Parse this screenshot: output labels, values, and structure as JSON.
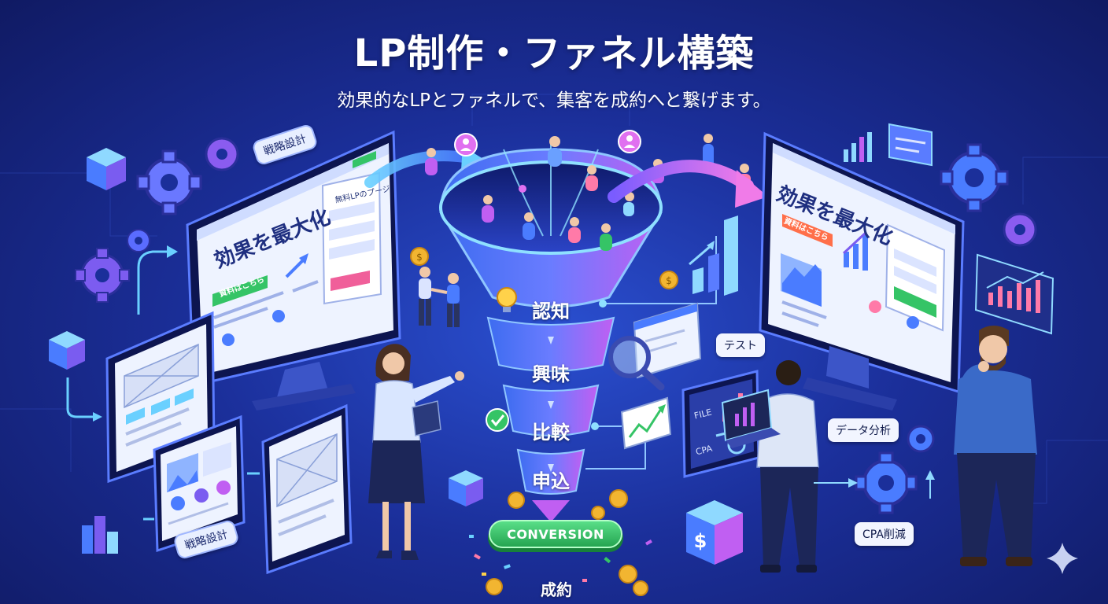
{
  "header": {
    "title": "LP制作・ファネル構築",
    "subtitle": "効果的なLPとファネルで、集客を成約へと繋げます。"
  },
  "funnel": {
    "stages": [
      "認知",
      "興味",
      "比較",
      "申込"
    ],
    "conversion_label": "CONVERSION",
    "result_label": "成約"
  },
  "tags": {
    "strategy_top": "戦略設計",
    "strategy_bottom": "戦略設計",
    "test": "テスト",
    "data_analysis": "データ分析",
    "cpa_reduction": "CPA削減"
  },
  "left_monitor": {
    "headline": "効果を最大化",
    "cta_button": "資料はこちら",
    "form_title": "無料LPのプージ"
  },
  "right_monitor": {
    "headline": "効果を最大化",
    "cta_button": "資料はこちら"
  },
  "small_screen": {
    "label_1": "FILE",
    "label_2": "CPA"
  },
  "colors": {
    "background": "#1b2f9a",
    "funnel_top": "#5b7cff",
    "funnel_accent": "#b05cf0",
    "conversion_green": "#35c466",
    "arrow_pink": "#e070f0",
    "arrow_cyan": "#6ad0ff"
  },
  "icons": [
    "gear-icon",
    "cube-icon",
    "coin-icon",
    "lightbulb-icon",
    "magnifier-icon",
    "check-icon",
    "dollar-icon",
    "sparkle-icon",
    "person-icon",
    "chart-icon"
  ]
}
